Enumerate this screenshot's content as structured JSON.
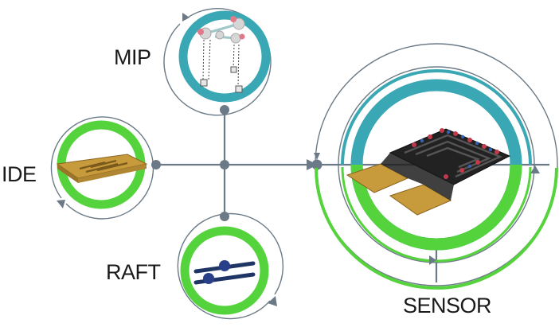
{
  "labels": {
    "mip": "MIP",
    "ide": "IDE",
    "raft": "RAFT",
    "sensor": "SENSOR"
  },
  "colors": {
    "teal": "#3aa8b4",
    "green": "#55d33c",
    "connector": "#6b7a86",
    "gold": "#c79a3c",
    "dark_blue": "#1e3566"
  }
}
